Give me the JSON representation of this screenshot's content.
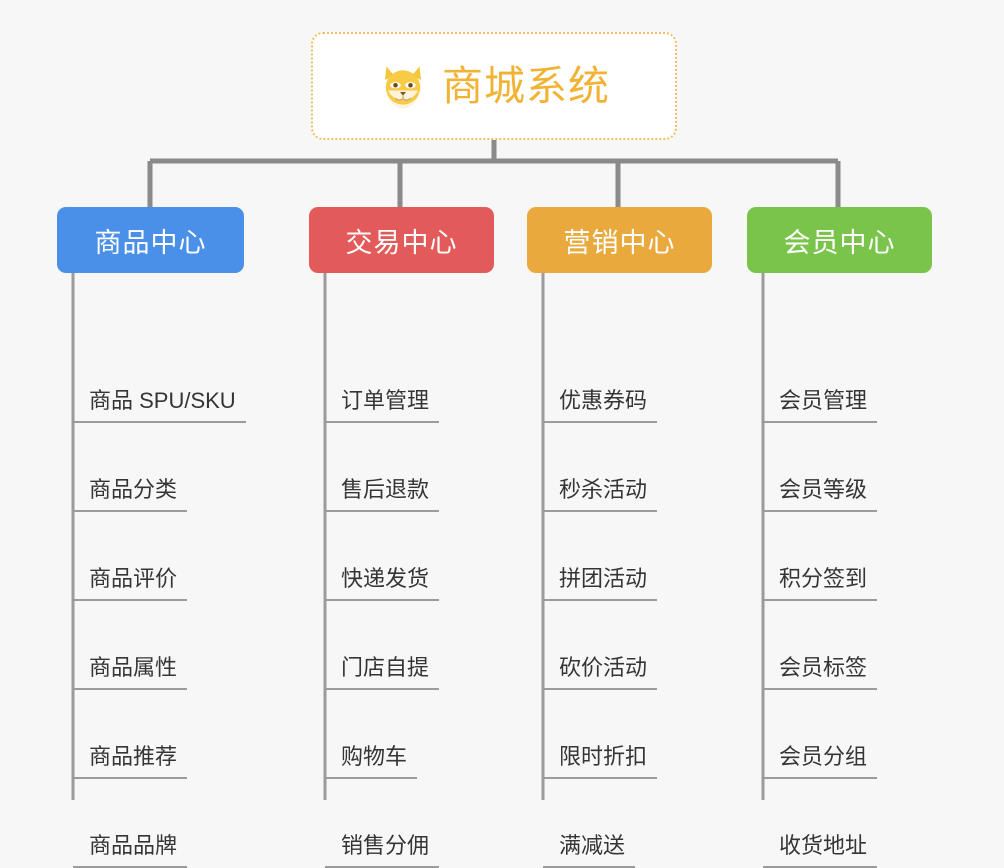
{
  "diagram": {
    "type": "org-chart",
    "background_color": "#f7f7f7",
    "connector_color": "#8a8a8a",
    "leaf_underline_color": "#9b9b9b",
    "leaf_text_color": "#353535"
  },
  "root": {
    "title": "商城系统",
    "icon": "shiba-dog-face-icon",
    "text_color": "#f2b233",
    "border_color": "#f0c060",
    "background_color": "#ffffff"
  },
  "categories": [
    {
      "label": "商品中心",
      "color": "#4a90e8",
      "items": [
        "商品 SPU/SKU",
        "商品分类",
        "商品评价",
        "商品属性",
        "商品推荐",
        "商品品牌"
      ]
    },
    {
      "label": "交易中心",
      "color": "#e35a5a",
      "items": [
        "订单管理",
        "售后退款",
        "快递发货",
        "门店自提",
        "购物车",
        "销售分佣"
      ]
    },
    {
      "label": "营销中心",
      "color": "#eaa93c",
      "items": [
        "优惠券码",
        "秒杀活动",
        "拼团活动",
        "砍价活动",
        "限时折扣",
        "满减送"
      ]
    },
    {
      "label": "会员中心",
      "color": "#7bc44c",
      "items": [
        "会员管理",
        "会员等级",
        "积分签到",
        "会员标签",
        "会员分组",
        "收货地址"
      ]
    }
  ]
}
